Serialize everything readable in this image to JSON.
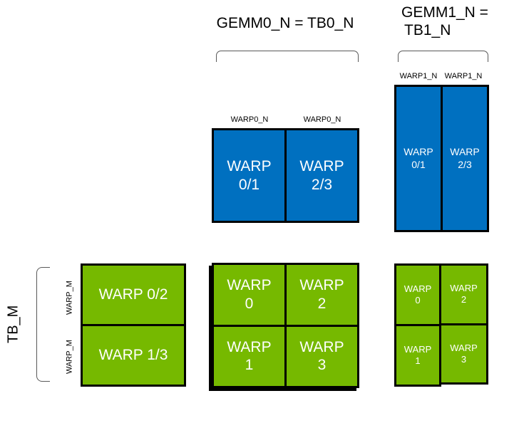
{
  "colors": {
    "blue": "#0070C0",
    "green": "#76B900",
    "outline": "#000000",
    "bracket": "#595959",
    "text": "#000000",
    "cell_text": "#FFFFFF",
    "background": "#FFFFFF"
  },
  "titles": {
    "gemm0": "GEMM0_N = TB0_N",
    "gemm1_line1": "GEMM1_N =",
    "gemm1_line2": "TB1_N"
  },
  "column_labels": {
    "warp0_n": [
      "WARP0_N",
      "WARP0_N"
    ],
    "warp1_n": [
      "WARP1_N",
      "WARP1_N"
    ]
  },
  "row_labels": {
    "tb_m": "TB_M",
    "warp_m": [
      "WARP_M",
      "WARP_M"
    ]
  },
  "gemm0_top_tile": {
    "cells": [
      {
        "line1": "WARP",
        "line2": "0/1"
      },
      {
        "line1": "WARP",
        "line2": "2/3"
      }
    ]
  },
  "gemm1_top_tile": {
    "cells": [
      {
        "line1": "WARP",
        "line2": "0/1"
      },
      {
        "line1": "WARP",
        "line2": "2/3"
      }
    ]
  },
  "left_tile": {
    "cells": [
      {
        "text": "WARP 0/2"
      },
      {
        "text": "WARP 1/3"
      }
    ]
  },
  "gemm0_bottom_tile": {
    "cells": [
      {
        "line1": "WARP",
        "line2": "0"
      },
      {
        "line1": "WARP",
        "line2": "2"
      },
      {
        "line1": "WARP",
        "line2": "1"
      },
      {
        "line1": "WARP",
        "line2": "3"
      }
    ]
  },
  "gemm1_bottom_tile": {
    "left_column": [
      {
        "line1": "WARP",
        "line2": "0"
      },
      {
        "line1": "WARP",
        "line2": "1"
      }
    ],
    "right_column": [
      {
        "line1": "WARP",
        "line2": "2"
      },
      {
        "line1": "WARP",
        "line2": "3"
      }
    ]
  }
}
